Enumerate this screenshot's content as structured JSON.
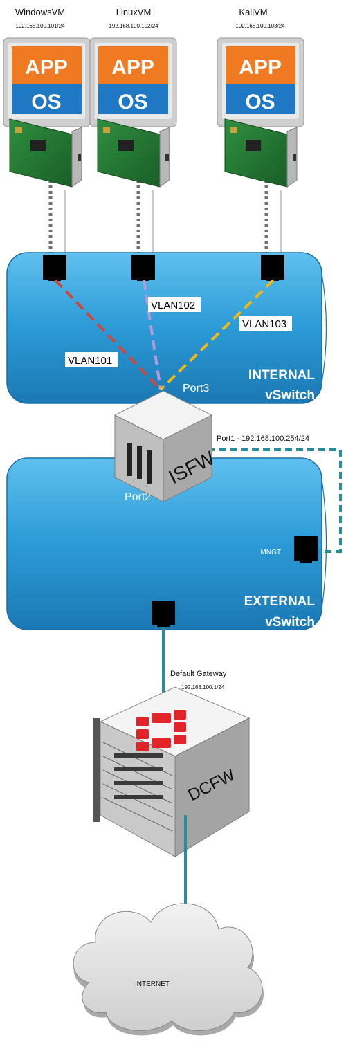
{
  "vms": [
    {
      "name": "WindowsVM",
      "ip": "192.168.100.101/24"
    },
    {
      "name": "LinuxVM",
      "ip": "192.168.100.102/24"
    },
    {
      "name": "KaliVM",
      "ip": "192.168.100.103/24"
    }
  ],
  "vm_icon": {
    "app": "APP",
    "os": "OS"
  },
  "internal_switch": {
    "title_line1": "INTERNAL",
    "title_line2": "vSwitch",
    "port": "Port3"
  },
  "external_switch": {
    "title_line1": "EXTERNAL",
    "title_line2": "vSwitch",
    "port": "Port2",
    "mngt": "MNGT"
  },
  "vlans": [
    "VLAN101",
    "VLAN102",
    "VLAN103"
  ],
  "isfw": {
    "label": "ISFW",
    "port1": "Port1 - 192.168.100.254/24"
  },
  "gateway": {
    "label": "Default Gateway",
    "ip": "192.168.100.1/24"
  },
  "dcfw": {
    "label": "DCFW"
  },
  "internet": {
    "label": "INTERNET"
  },
  "colors": {
    "switch": "#2b9ad6",
    "switch_dark": "#1d7fb8",
    "app_orange": "#ef7a22",
    "os_blue": "#1f78c3",
    "vlan101": "#d0473a",
    "vlan102": "#b59ad6",
    "vlan103": "#f0b917",
    "teal": "#2a8b99",
    "fortinet_red": "#e0242a"
  },
  "icons": [
    "vm-icon",
    "nic-card-icon",
    "port-icon",
    "firewall-box-icon",
    "fortinet-chassis-icon",
    "cloud-icon"
  ]
}
